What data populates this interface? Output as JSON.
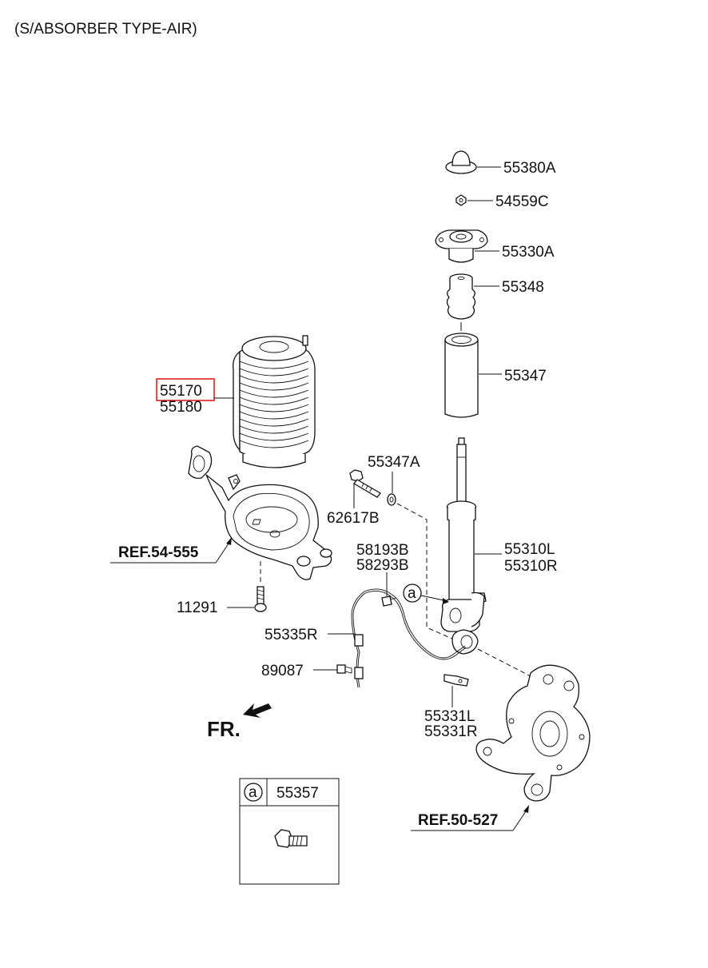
{
  "title": "(S/ABSORBER TYPE-AIR)",
  "highlight_color": "#e0201e",
  "parts": {
    "p55380A": "55380A",
    "p54559C": "54559C",
    "p55330A": "55330A",
    "p55348": "55348",
    "p55347": "55347",
    "p55170": "55170",
    "p55180": "55180",
    "p55347A": "55347A",
    "p62617B": "62617B",
    "p55310L": "55310L",
    "p55310R": "55310R",
    "p58193B": "58193B",
    "p58293B": "58293B",
    "p11291": "11291",
    "p55335R": "55335R",
    "p89087": "89087",
    "p55331L": "55331L",
    "p55331R": "55331R"
  },
  "refs": {
    "ref_54_555": "REF.54-555",
    "ref_50_527": "REF.50-527"
  },
  "front_label": "FR.",
  "callout_letter": "a",
  "legend": {
    "letter": "a",
    "part": "55357"
  }
}
